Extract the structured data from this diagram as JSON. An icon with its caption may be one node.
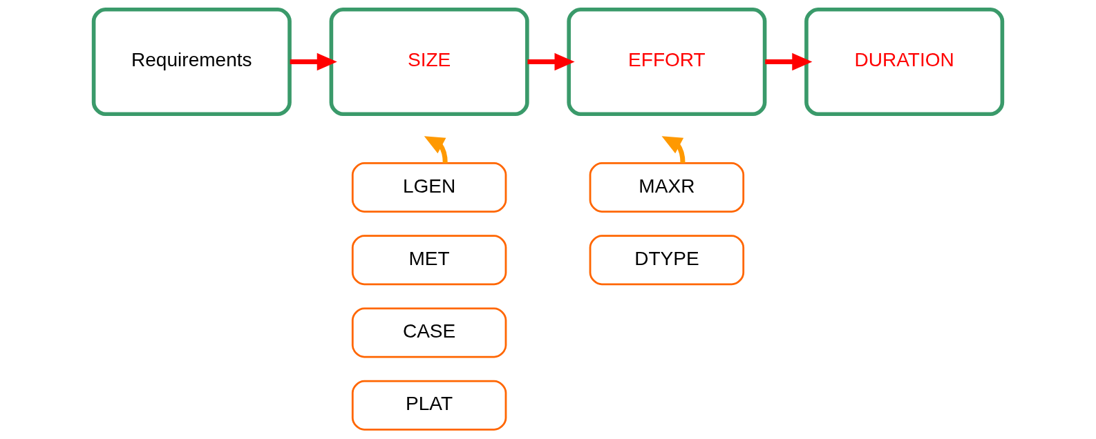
{
  "diagram": {
    "nodes": [
      {
        "text": [
          "Requirements"
        ]
      },
      {
        "text": [
          "SIZE"
        ]
      },
      {
        "text": [
          "EFFORT"
        ]
      },
      {
        "text": [
          "DURATION"
        ]
      },
      {
        "text": [
          "LGEN"
        ]
      },
      {
        "text": [
          "MET"
        ]
      },
      {
        "text": [
          "CASE"
        ]
      },
      {
        "text": [
          "PLAT"
        ]
      },
      {
        "text": [
          "MAXR"
        ]
      },
      {
        "text": [
          "DTYPE"
        ]
      }
    ],
    "edges": [
      {
        "from": 0,
        "to": 1,
        "arrow": "to",
        "color": "#ff0000"
      },
      {
        "from": 1,
        "to": 2,
        "arrow": "to",
        "color": "#ff0000"
      },
      {
        "from": 2,
        "to": 3,
        "arrow": "to",
        "color": "#ff0000"
      },
      {
        "from": 4,
        "to": null,
        "arrow": "to",
        "color": "#ff9900"
      },
      {
        "from": 8,
        "to": null,
        "arrow": "to",
        "color": "#ff9900"
      }
    ]
  }
}
